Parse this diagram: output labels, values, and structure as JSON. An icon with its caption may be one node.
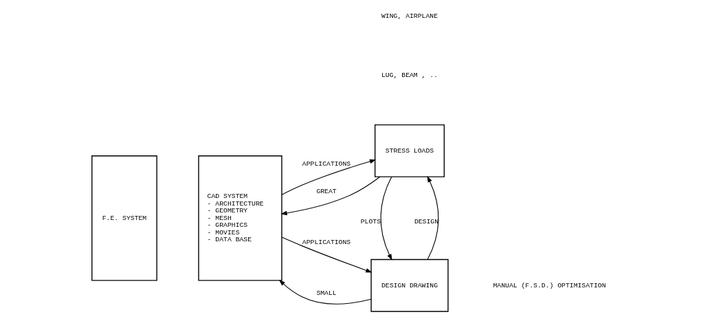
{
  "diagram": {
    "nodes": [
      {
        "text": [
          "F.E. SYSTEM"
        ]
      },
      {
        "text": [
          "CAD SYSTEM",
          "- ARCHITECTURE",
          "- GEOMETRY",
          "- MESH",
          "- GRAPHICS",
          "- MOVIES",
          "- DATA BASE"
        ]
      },
      {
        "text": [
          "DESIGN DRAWING"
        ]
      },
      {
        "text": [
          "STRESS LOADS"
        ]
      }
    ],
    "edges": [
      {
        "from": 2,
        "to": 1,
        "arrow": "to",
        "label": "SMALL"
      },
      {
        "from": 1,
        "to": 2,
        "arrow": "to",
        "label": "APPLICATIONS"
      },
      {
        "from": 2,
        "to": 3,
        "arrow": "to",
        "label": "DESIGN"
      },
      {
        "from": 3,
        "to": 2,
        "arrow": "to",
        "label": "PLOTS"
      },
      {
        "from": 3,
        "to": 1,
        "arrow": "to",
        "label": "GREAT"
      },
      {
        "from": 1,
        "to": 3,
        "arrow": "to",
        "label": "APPLICATIONS"
      }
    ],
    "labels": [
      "LUG, BEAM , ..",
      "WING, AIRPLANE",
      "MANUAL (F.S.D.) OPTIMISATION"
    ]
  }
}
